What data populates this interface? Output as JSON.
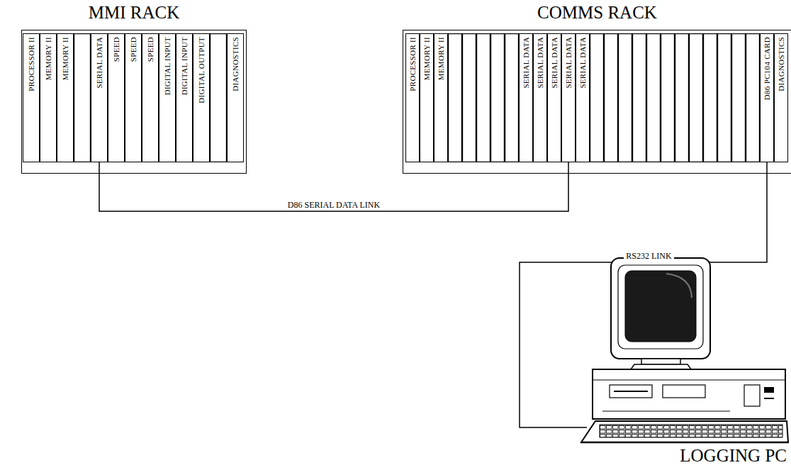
{
  "diagram": {
    "nodes": [
      {
        "text": [
          "MMI RACK"
        ]
      },
      {
        "text": [
          "PROCESSOR II"
        ],
        "in": 0
      },
      {
        "text": [
          "MEMORY II"
        ],
        "in": 0
      },
      {
        "text": [
          "MEMORY II"
        ],
        "in": 0
      },
      {
        "text": [
          "SERIAL DATA"
        ],
        "in": 0
      },
      {
        "text": [
          "SPEED"
        ],
        "in": 0
      },
      {
        "text": [
          "SPEED"
        ],
        "in": 0
      },
      {
        "text": [
          "SPEED"
        ],
        "in": 0
      },
      {
        "text": [
          "DIGITAL INPUT"
        ],
        "in": 0
      },
      {
        "text": [
          "DIGITAL INPUT"
        ],
        "in": 0
      },
      {
        "text": [
          "DIGITAL OUTPUT"
        ],
        "in": 0
      },
      {
        "text": [
          "DIAGNOSTICS"
        ],
        "in": 0
      },
      {
        "text": [
          "COMMS RACK"
        ]
      },
      {
        "text": [
          "PROCESSOR II"
        ],
        "in": 12
      },
      {
        "text": [
          "MEMORY II"
        ],
        "in": 12
      },
      {
        "text": [
          "MEMORY II"
        ],
        "in": 12
      },
      {
        "text": [
          "SERIAL DATA"
        ],
        "in": 12
      },
      {
        "text": [
          "SERIAL DATA"
        ],
        "in": 12
      },
      {
        "text": [
          "SERIAL DATA"
        ],
        "in": 12
      },
      {
        "text": [
          "SERIAL DATA"
        ],
        "in": 12
      },
      {
        "text": [
          "SERIAL DATA"
        ],
        "in": 12
      },
      {
        "text": [
          "D86 PC104 CARD"
        ],
        "in": 12
      },
      {
        "text": [
          "DIAGNOSTICS"
        ],
        "in": 12
      },
      {
        "text": [
          "LOGGING PC"
        ]
      }
    ],
    "edges": [
      {
        "from": 4,
        "to": 19,
        "arrow": "none",
        "label": "D86 SERIAL DATA LINK"
      },
      {
        "from": 21,
        "to": 23,
        "arrow": "none",
        "label": "RS232 LINK"
      }
    ]
  }
}
